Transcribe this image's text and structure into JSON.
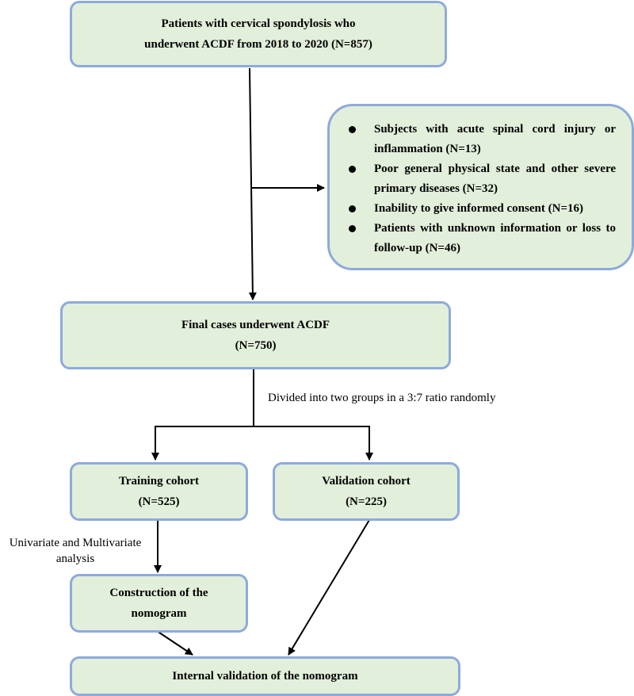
{
  "top_box": {
    "line1": "Patients with cervical spondylosis who",
    "line2": "underwent ACDF from 2018 to 2020 (N=857)"
  },
  "exclusion": {
    "items": [
      "Subjects with acute spinal cord injury or inflammation (N=13)",
      "Poor general physical state and other severe primary diseases (N=32)",
      "Inability to give informed consent (N=16)",
      "Patients with unknown information or loss to follow-up (N=46)"
    ]
  },
  "final_box": {
    "line1": "Final cases underwent ACDF",
    "line2": "(N=750)"
  },
  "split_label": "Divided into two groups in a 3:7 ratio randomly",
  "training_box": {
    "line1": "Training cohort",
    "line2": "(N=525)"
  },
  "validation_box": {
    "line1": "Validation cohort",
    "line2": "(N=225)"
  },
  "analysis_label": {
    "line1": "Univariate and Multivariate",
    "line2": "analysis"
  },
  "construction_box": {
    "line1": "Construction of the",
    "line2": "nomogram"
  },
  "internal_box": {
    "line1": "Internal validation of the nomogram"
  },
  "colors": {
    "box_fill": "#e2efda",
    "box_border": "#8eaadb",
    "arrow": "#000000"
  }
}
